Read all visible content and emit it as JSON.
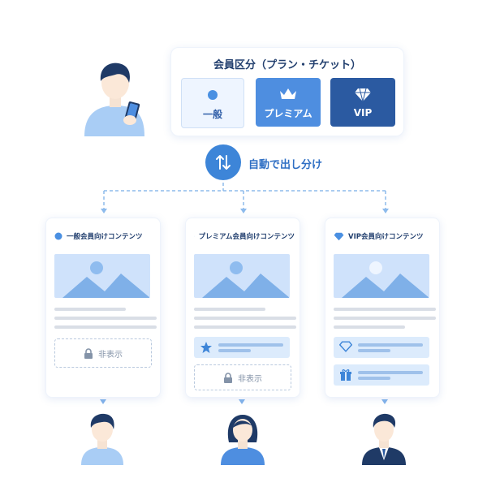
{
  "panel": {
    "title": "会員区分（プラン・チケット）",
    "tiers": [
      {
        "label": "一般",
        "icon": "dot-icon"
      },
      {
        "label": "プレミアム",
        "icon": "crown-icon"
      },
      {
        "label": "VIP",
        "icon": "diamond-icon"
      }
    ]
  },
  "auto": {
    "label": "自動で出し分け",
    "icon": "swap-arrows-icon"
  },
  "cards": [
    {
      "title": "一般会員向けコンテンツ",
      "icon": "dot-icon",
      "hidden_label": "非表示"
    },
    {
      "title": "プレミアム会員向けコンテンツ",
      "icon": "crown-icon",
      "feature_icon": "star-icon",
      "hidden_label": "非表示"
    },
    {
      "title": "VIP会員向けコンテンツ",
      "icon": "diamond-icon",
      "feature_icons": [
        "diamond-icon",
        "gift-icon"
      ]
    }
  ],
  "colors": {
    "accent": "#3d85d8",
    "premium": "#4e8ee0",
    "vip": "#2b5aa1",
    "general_bg": "#eef5ff"
  }
}
